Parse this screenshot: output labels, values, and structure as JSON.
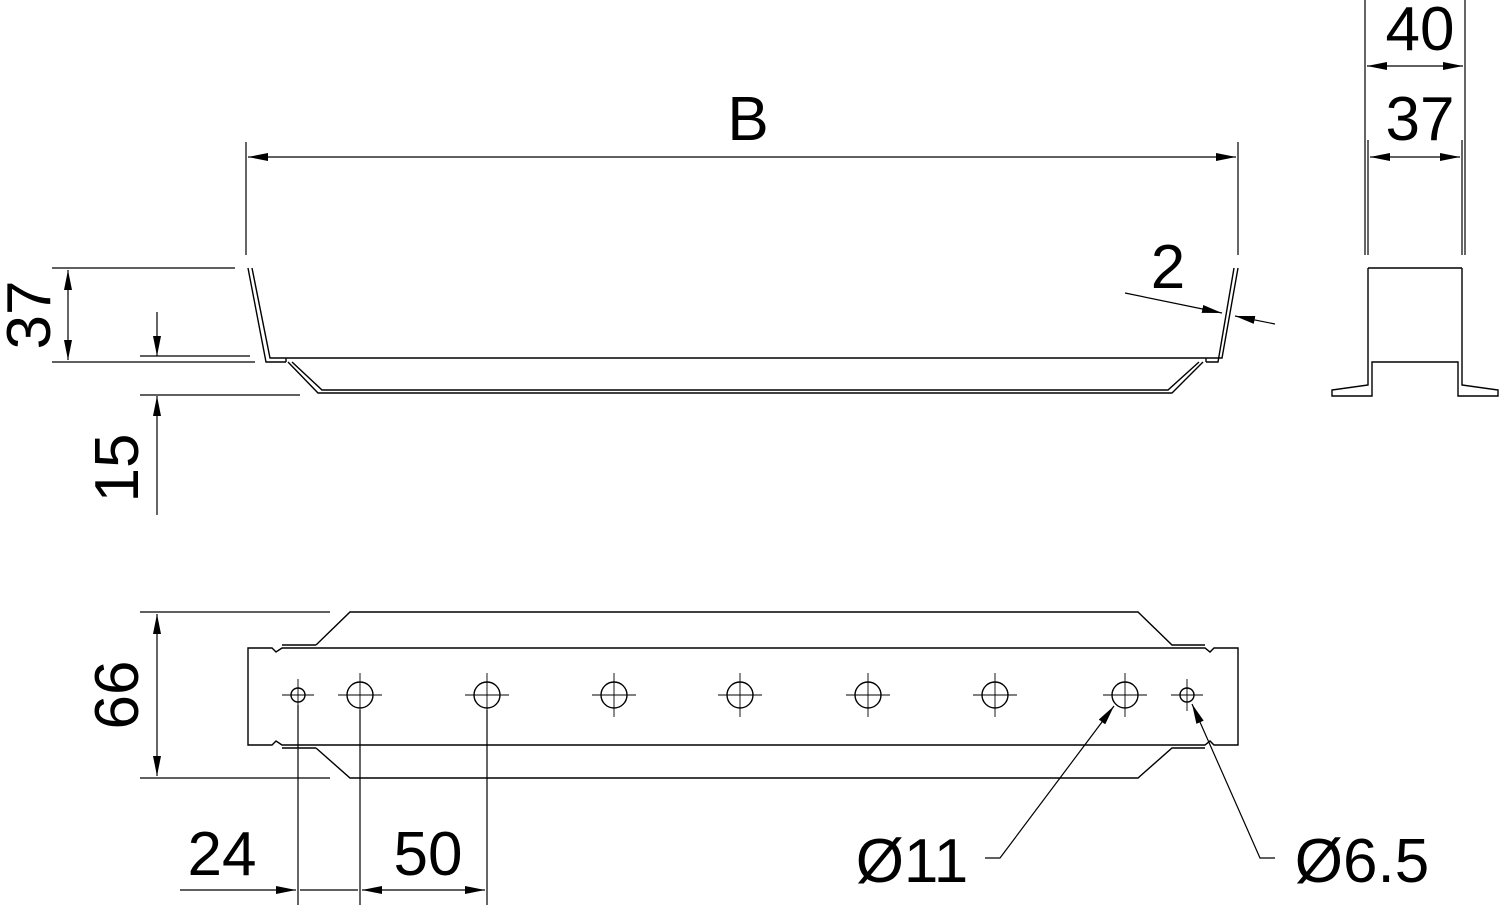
{
  "drawing": {
    "front_view": {
      "width_label": "B",
      "thickness_label": "2",
      "height_label": "37",
      "offset_label": "15"
    },
    "side_view": {
      "outer_width_label": "40",
      "inner_width_label": "37"
    },
    "top_view": {
      "depth_label": "66",
      "first_hole_label": "24",
      "pitch_label": "50",
      "large_hole_label": "Ø11",
      "small_hole_label": "Ø6.5"
    }
  }
}
